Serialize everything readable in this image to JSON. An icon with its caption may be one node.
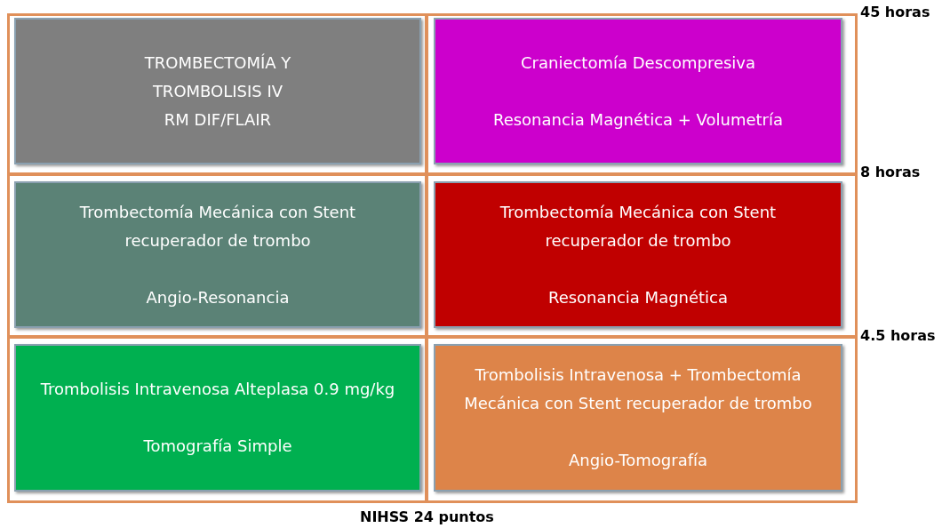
{
  "diagram": {
    "nodes": [
      {
        "text": [
          "TROMBECTOMÍA Y TROMBOLISIS IV",
          "RM DIF/FLAIR"
        ]
      },
      {
        "text": [
          "Craniectomía Descompresiva",
          "Resonancia Magnética + Volumetría"
        ]
      },
      {
        "text": [
          "Trombectomía Mecánica con Stent recuperador de trombo",
          "Angio-Resonancia"
        ]
      },
      {
        "text": [
          "Trombectomía Mecánica con Stent recuperador de trombo",
          "Resonancia Magnética"
        ]
      },
      {
        "text": [
          "Trombolisis Intravenosa Alteplasa 0.9 mg/kg",
          "Tomografía Simple"
        ]
      },
      {
        "text": [
          "Trombolisis Intravenosa + Trombectomía Mecánica con Stent recuperador de trombo",
          "Angio-Tomografía"
        ]
      }
    ],
    "edges": [],
    "labels": [
      "45 horas",
      "8 horas",
      "4.5 horas",
      "NIHSS 24 puntos"
    ]
  }
}
